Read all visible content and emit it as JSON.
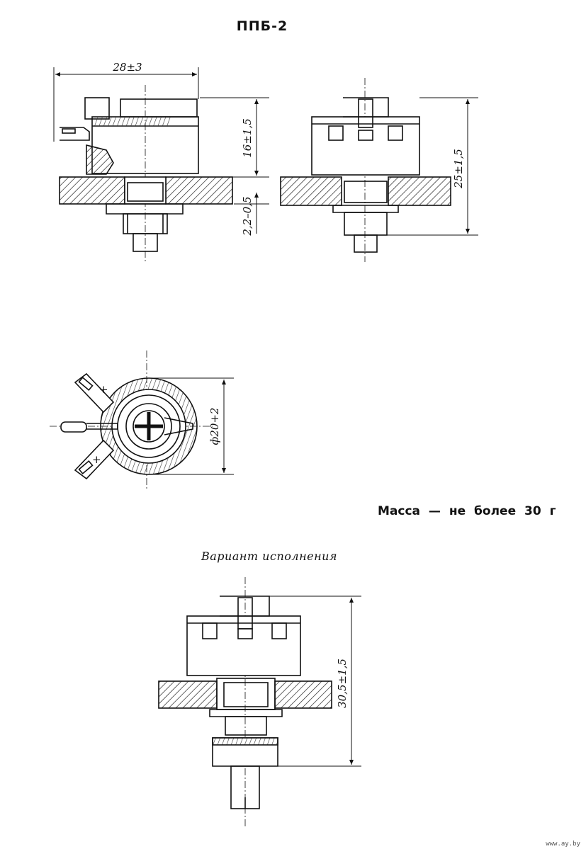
{
  "title": "ППБ-2",
  "mass_text": "Масса — не более 30 г",
  "variant_title": "Вариант исполнения",
  "dimensions": {
    "width": "28±3",
    "height_body": "16±1,5",
    "panel_thickness": "2,2–0,5",
    "height_total": "25±1,5",
    "diameter": "ф20+2",
    "variant_height": "30,5±1,5"
  },
  "terminal_marks": {
    "top": "+",
    "bottom": "+"
  },
  "watermark": "www.ay.by"
}
